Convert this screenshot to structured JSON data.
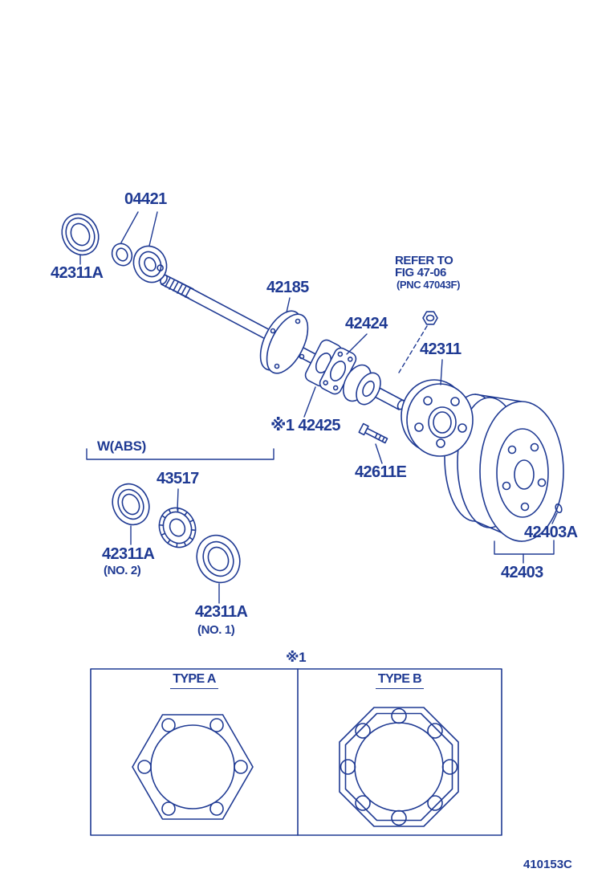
{
  "colors": {
    "ink": "#1f3a93",
    "paper": "#ffffff"
  },
  "callouts": {
    "bearing_kit": "04421",
    "oil_seal_outer": "42311A",
    "axle_shaft": "42185",
    "bearing_retainer": "42424",
    "axle_hub": "42311",
    "gasket": "※1 42425",
    "hub_bolt": "42611E",
    "drum_plug": "42403A",
    "brake_drum": "42403",
    "abs_group": "W(ABS)",
    "sensor_rotor": "43517",
    "seal_no2": {
      "number": "42311A",
      "note": "(NO. 2)"
    },
    "seal_no1": {
      "number": "42311A",
      "note": "(NO. 1)"
    }
  },
  "reference": {
    "line1": "REFER TO",
    "line2": "FIG 47-06",
    "line3": "(PNC 47043F)"
  },
  "table": {
    "note": "※1",
    "columns": [
      "TYPE A",
      "TYPE B"
    ]
  },
  "figure_code": "410153C"
}
